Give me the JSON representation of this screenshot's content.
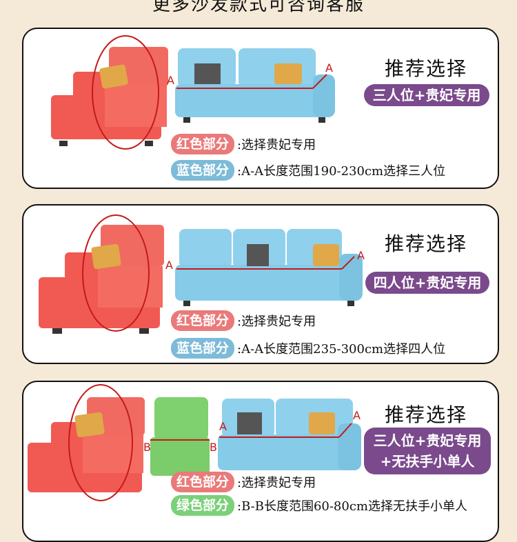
{
  "header": "更多沙发款式可咨询客服",
  "cards": [
    {
      "rec_title": "推荐选择",
      "rec_badge": [
        "三人位+贵妃专用"
      ],
      "rows": [
        {
          "pill": "红色部分",
          "color": "red",
          "text": ":选择贵妃专用"
        },
        {
          "pill": "蓝色部分",
          "color": "blue",
          "text": ":A-A长度范围190-230cm选择三人位"
        }
      ],
      "marks": [
        "A",
        "A"
      ]
    },
    {
      "rec_title": "推荐选择",
      "rec_badge": [
        "四人位+贵妃专用"
      ],
      "rows": [
        {
          "pill": "红色部分",
          "color": "red",
          "text": ":选择贵妃专用"
        },
        {
          "pill": "蓝色部分",
          "color": "blue",
          "text": ":A-A长度范围235-300cm选择四人位"
        }
      ],
      "marks": [
        "A",
        "A"
      ]
    },
    {
      "rec_title": "推荐选择",
      "rec_badge": [
        "三人位+贵妃专用",
        "+无扶手小单人"
      ],
      "rows": [
        {
          "pill": "红色部分",
          "color": "red",
          "text": ":选择贵妃专用"
        },
        {
          "pill": "绿色部分",
          "color": "green",
          "text": ":B-B长度范围60-80cm选择无扶手小单人"
        }
      ],
      "marks": [
        "A",
        "A",
        "B",
        "B"
      ]
    }
  ],
  "colors": {
    "red_sofa": "#f05a52",
    "blue_sofa": "#8fd0ec",
    "green_sofa": "#7fd06e",
    "pillow_gold": "#e0a848",
    "pillow_check": "#555555",
    "badge": "#7a4a8c"
  }
}
